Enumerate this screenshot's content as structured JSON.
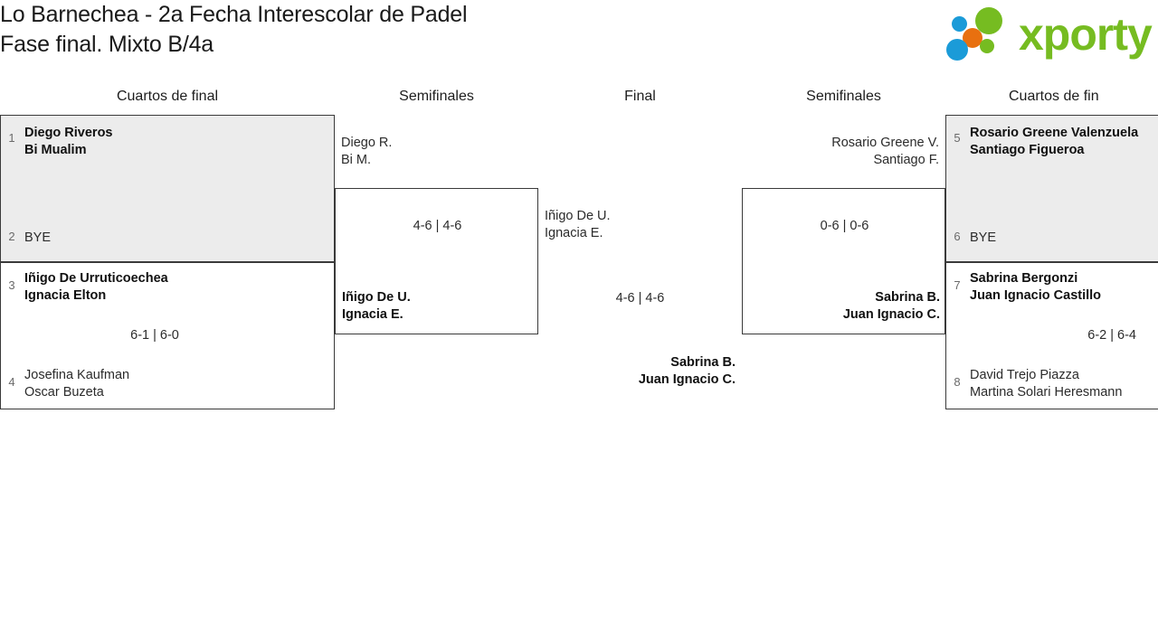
{
  "header": {
    "title_line1": "Lo Barnechea - 2a Fecha Interescolar de Padel",
    "title_line2": "Fase final. Mixto B/4a",
    "logo_word": "xporty",
    "logo_colors": {
      "green": "#76bc21",
      "blue": "#1b9bd8",
      "orange": "#e8700f"
    }
  },
  "rounds": [
    {
      "label": "Cuartos de final"
    },
    {
      "label": "Semifinales"
    },
    {
      "label": "Final"
    },
    {
      "label": "Semifinales"
    },
    {
      "label": "Cuartos de fin"
    }
  ],
  "bracket": {
    "left_quarterfinals": [
      {
        "shaded": true,
        "top": {
          "seed": "1",
          "line1": "Diego Riveros",
          "line2": "Bi Mualim",
          "winner": true
        },
        "bottom": {
          "seed": "2",
          "line1": "BYE",
          "line2": "",
          "winner": false
        },
        "score": ""
      },
      {
        "shaded": false,
        "top": {
          "seed": "3",
          "line1": "Iñigo De Urruticoechea",
          "line2": "Ignacia Elton",
          "winner": true
        },
        "bottom": {
          "seed": "4",
          "line1": "Josefina Kaufman",
          "line2": "Oscar Buzeta",
          "winner": false
        },
        "score": "6-1 | 6-0"
      }
    ],
    "left_semifinal": {
      "top": {
        "line1": "Diego R.",
        "line2": "Bi M.",
        "winner": false
      },
      "bottom": {
        "line1": "Iñigo De U.",
        "line2": "Ignacia E.",
        "winner": true
      },
      "score": "4-6 | 4-6"
    },
    "final": {
      "top": {
        "line1": "Iñigo De U.",
        "line2": "Ignacia E.",
        "winner": false
      },
      "bottom": {
        "line1": "Sabrina B.",
        "line2": "Juan Ignacio C.",
        "winner": true
      },
      "score": "4-6 | 4-6"
    },
    "right_semifinal": {
      "top": {
        "line1": "Rosario Greene V.",
        "line2": "Santiago F.",
        "winner": false
      },
      "bottom": {
        "line1": "Sabrina B.",
        "line2": "Juan Ignacio C.",
        "winner": true
      },
      "score": "0-6 | 0-6"
    },
    "right_quarterfinals": [
      {
        "shaded": true,
        "top": {
          "seed": "5",
          "line1": "Rosario Greene Valenzuela",
          "line2": "Santiago Figueroa",
          "winner": true
        },
        "bottom": {
          "seed": "6",
          "line1": "BYE",
          "line2": "",
          "winner": false
        },
        "score": ""
      },
      {
        "shaded": false,
        "top": {
          "seed": "7",
          "line1": "Sabrina Bergonzi",
          "line2": "Juan Ignacio Castillo",
          "winner": true
        },
        "bottom": {
          "seed": "8",
          "line1": "David Trejo Piazza",
          "line2": "Martina Solari Heresmann",
          "winner": false
        },
        "score": "6-2 | 6-4"
      }
    ]
  }
}
